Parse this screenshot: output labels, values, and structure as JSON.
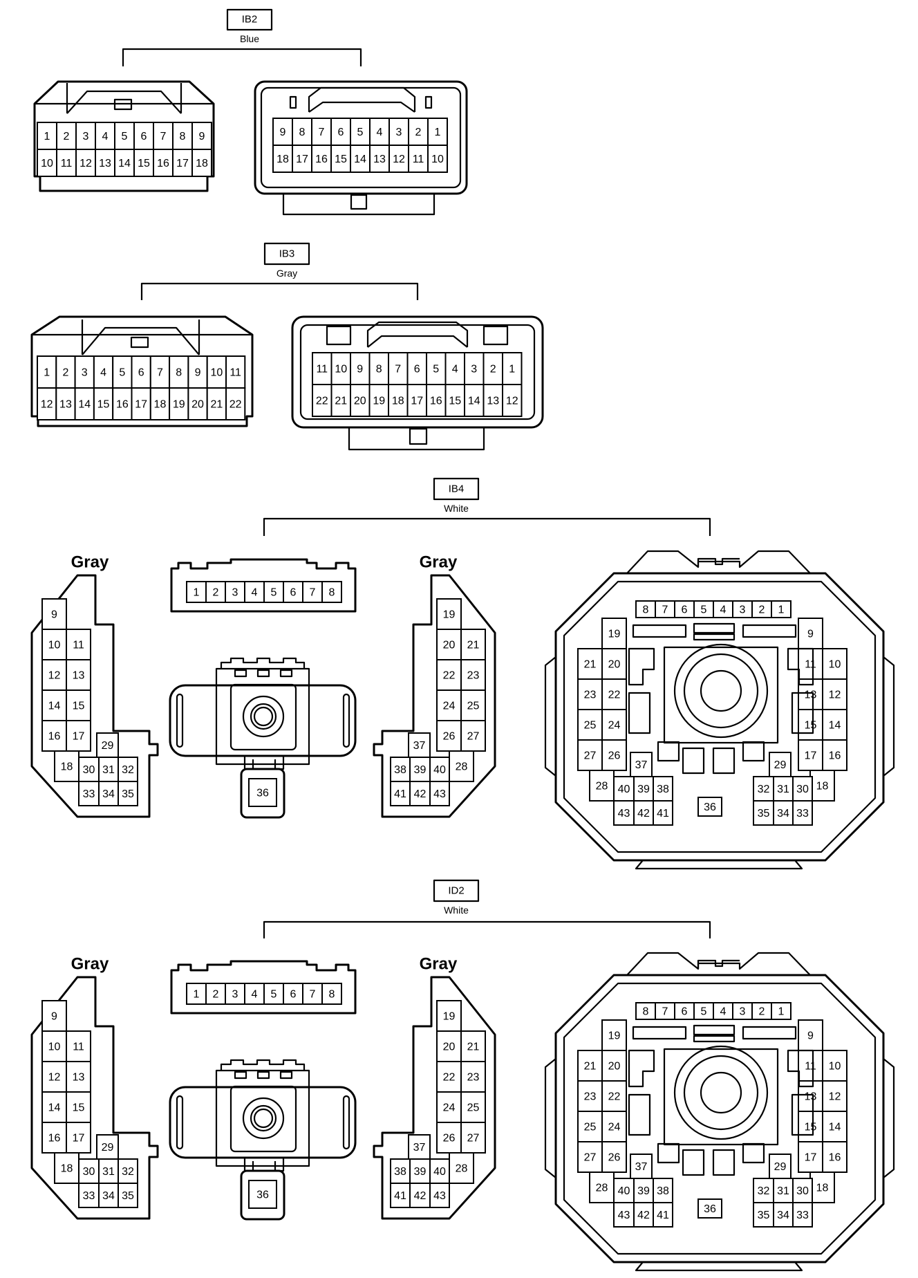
{
  "connectors": {
    "ib2": {
      "code": "IB2",
      "color": "Blue",
      "left_face": {
        "top": [
          "1",
          "2",
          "3",
          "4",
          "5",
          "6",
          "7",
          "8",
          "9"
        ],
        "bottom": [
          "10",
          "11",
          "12",
          "13",
          "14",
          "15",
          "16",
          "17",
          "18"
        ]
      },
      "right_face": {
        "top": [
          "9",
          "8",
          "7",
          "6",
          "5",
          "4",
          "3",
          "2",
          "1"
        ],
        "bottom": [
          "18",
          "17",
          "16",
          "15",
          "14",
          "13",
          "12",
          "11",
          "10"
        ]
      }
    },
    "ib3": {
      "code": "IB3",
      "color": "Gray",
      "left_face": {
        "top": [
          "1",
          "2",
          "3",
          "4",
          "5",
          "6",
          "7",
          "8",
          "9",
          "10",
          "11"
        ],
        "bottom": [
          "12",
          "13",
          "14",
          "15",
          "16",
          "17",
          "18",
          "19",
          "20",
          "21",
          "22"
        ]
      },
      "right_face": {
        "top": [
          "11",
          "10",
          "9",
          "8",
          "7",
          "6",
          "5",
          "4",
          "3",
          "2",
          "1"
        ],
        "bottom": [
          "22",
          "21",
          "20",
          "19",
          "18",
          "17",
          "16",
          "15",
          "14",
          "13",
          "12"
        ]
      }
    },
    "ib4": {
      "code": "IB4",
      "color": "White",
      "left_side_color": "Gray",
      "right_side_color": "Gray"
    },
    "id2": {
      "code": "ID2",
      "color": "White",
      "left_side_color": "Gray",
      "right_side_color": "Gray"
    }
  },
  "big_connector_pins": {
    "left_half": {
      "top_row": [
        "1",
        "2",
        "3",
        "4",
        "5",
        "6",
        "7",
        "8"
      ],
      "left_block": [
        "9",
        "10",
        "11",
        "12",
        "13",
        "14",
        "15",
        "16",
        "17",
        "18",
        "29",
        "30",
        "31",
        "32",
        "33",
        "34",
        "35"
      ],
      "center_pin": "36"
    },
    "right_half": {
      "block": [
        "19",
        "20",
        "21",
        "22",
        "23",
        "24",
        "25",
        "26",
        "27",
        "28",
        "37",
        "38",
        "39",
        "40",
        "41",
        "42",
        "43"
      ]
    },
    "mating_face": {
      "top_row": [
        "8",
        "7",
        "6",
        "5",
        "4",
        "3",
        "2",
        "1"
      ],
      "left_cols": [
        "19",
        "21",
        "20",
        "23",
        "22",
        "25",
        "24",
        "27",
        "26",
        "28",
        "37",
        "40",
        "39",
        "38",
        "43",
        "42",
        "41"
      ],
      "right_cols": [
        "9",
        "11",
        "10",
        "13",
        "12",
        "15",
        "14",
        "17",
        "16",
        "18",
        "29",
        "32",
        "31",
        "30",
        "35",
        "34",
        "33"
      ],
      "center_pin": "36"
    }
  }
}
